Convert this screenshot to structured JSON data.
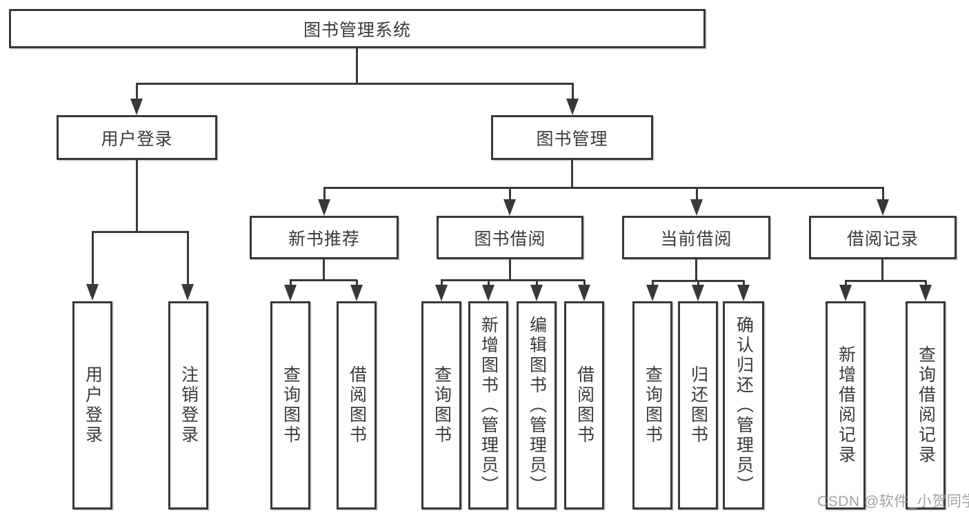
{
  "diagram": {
    "root": {
      "label": "图书管理系统"
    },
    "level2": [
      {
        "label": "用户登录"
      },
      {
        "label": "图书管理"
      }
    ],
    "level3": [
      {
        "label": "新书推荐",
        "parent": "图书管理"
      },
      {
        "label": "图书借阅",
        "parent": "图书管理"
      },
      {
        "label": "当前借阅",
        "parent": "图书管理"
      },
      {
        "label": "借阅记录",
        "parent": "图书管理"
      }
    ],
    "leaves": [
      {
        "label": "用户登录",
        "parent": "用户登录"
      },
      {
        "label": "注销登录",
        "parent": "用户登录"
      },
      {
        "label": "查询图书",
        "parent": "新书推荐"
      },
      {
        "label": "借阅图书",
        "parent": "新书推荐"
      },
      {
        "label": "查询图书",
        "parent": "图书借阅"
      },
      {
        "label": "新增图书（管理员）",
        "parent": "图书借阅"
      },
      {
        "label": "编辑图书（管理员）",
        "parent": "图书借阅"
      },
      {
        "label": "借阅图书",
        "parent": "图书借阅"
      },
      {
        "label": "查询图书",
        "parent": "当前借阅"
      },
      {
        "label": "归还图书",
        "parent": "当前借阅"
      },
      {
        "label": "确认归还（管理员）",
        "parent": "当前借阅"
      },
      {
        "label": "新增借阅记录",
        "parent": "借阅记录"
      },
      {
        "label": "查询借阅记录",
        "parent": "借阅记录"
      }
    ]
  },
  "watermark": {
    "text": "CSDN @软件_小贺同学"
  },
  "colors": {
    "line": "#383838",
    "text": "#3a3a3a",
    "canvas": "#ffffff",
    "watermark": "#9a9a9a"
  }
}
